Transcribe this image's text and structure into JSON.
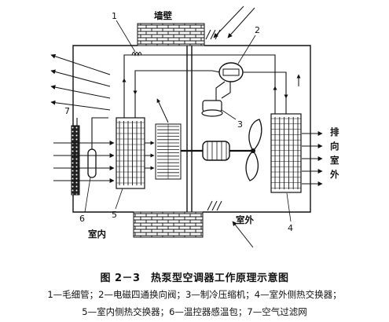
{
  "labels": {
    "wall": "墙壁",
    "indoor": "室内",
    "outdoor": "室外",
    "exhaust_chars": [
      "排",
      "向",
      "室",
      "外"
    ]
  },
  "numbers": [
    "1",
    "2",
    "3",
    "4",
    "5",
    "6",
    "7"
  ],
  "caption": {
    "title": "图 2－3　热泵型空调器工作原理示意图",
    "legend_line_1": "1—毛细管；2—电磁四通换向阀；3—制冷压缩机；4—室外侧热交换器；",
    "legend_line_2": "5—室内侧热交换器；6—温控器感温包；7—空气过滤网"
  }
}
